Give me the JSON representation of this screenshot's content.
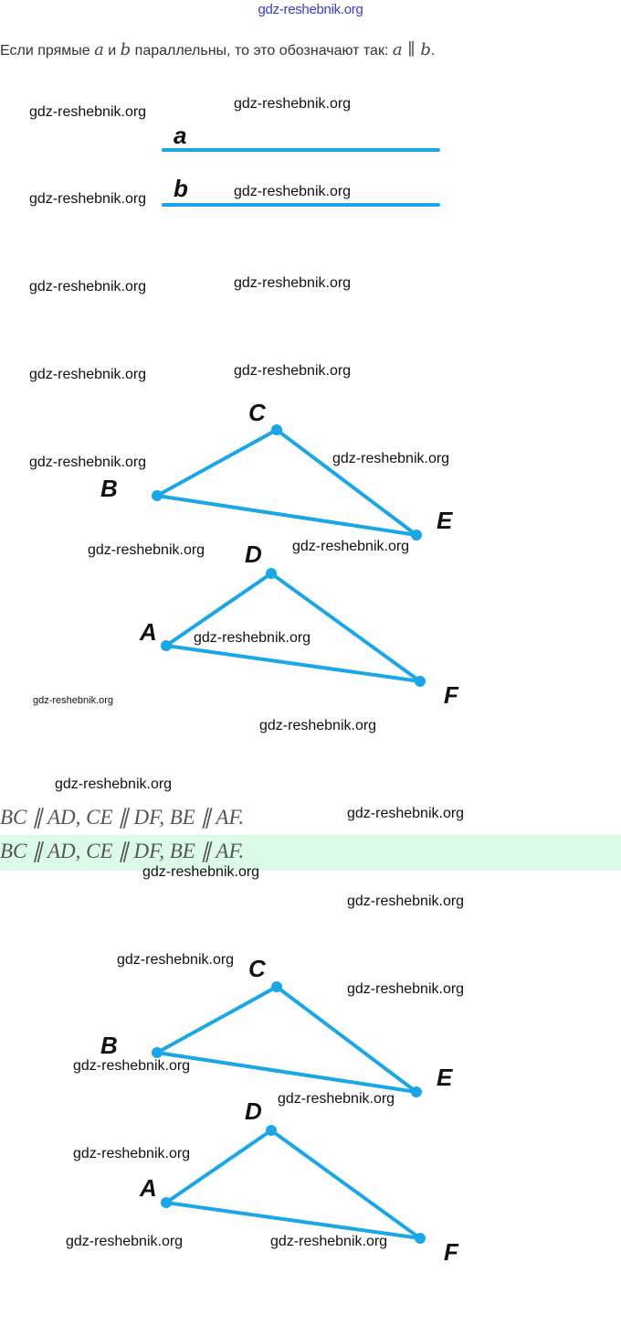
{
  "header": {
    "site": "gdz-reshebnik.org"
  },
  "intro": {
    "before": "Если прямые ",
    "var_a": "a",
    "mid": " и ",
    "var_b": "b",
    "after": " параллельны, то это обозначают так: ",
    "notation": "a ∥ b",
    "end": "."
  },
  "watermark_text": "gdz-reshebnik.org",
  "colors": {
    "line": "#1aa7e8",
    "highlight": "#dcfbe6"
  },
  "figure_lines": {
    "label_a": "a",
    "label_b": "b"
  },
  "figure_triangles": {
    "C": "C",
    "B": "B",
    "E": "E",
    "D": "D",
    "A": "A",
    "F": "F"
  },
  "result": {
    "statement": "BC ∥ AD, CE ∥ DF, BE ∥ AF.",
    "highlighted_statement": "BC ∥ AD, CE ∥ DF, BE ∥ AF."
  }
}
